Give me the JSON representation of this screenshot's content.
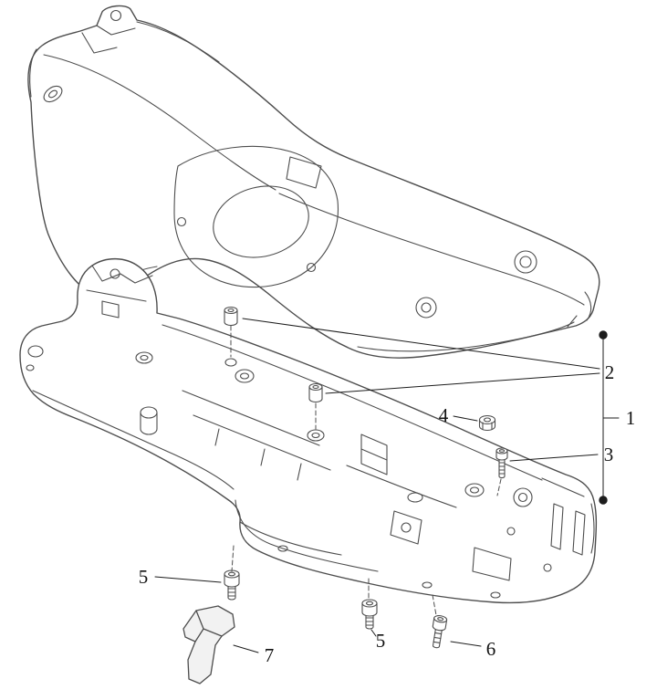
{
  "colors": {
    "ink": "#4d4d4d",
    "leader": "#1c1c1c",
    "label": "#111111",
    "background": "#ffffff"
  },
  "callouts": [
    {
      "label": "2"
    },
    {
      "label": "1"
    },
    {
      "label": "4"
    },
    {
      "label": "3"
    },
    {
      "label": "5"
    },
    {
      "label": "5"
    },
    {
      "label": "6"
    },
    {
      "label": "7"
    }
  ]
}
